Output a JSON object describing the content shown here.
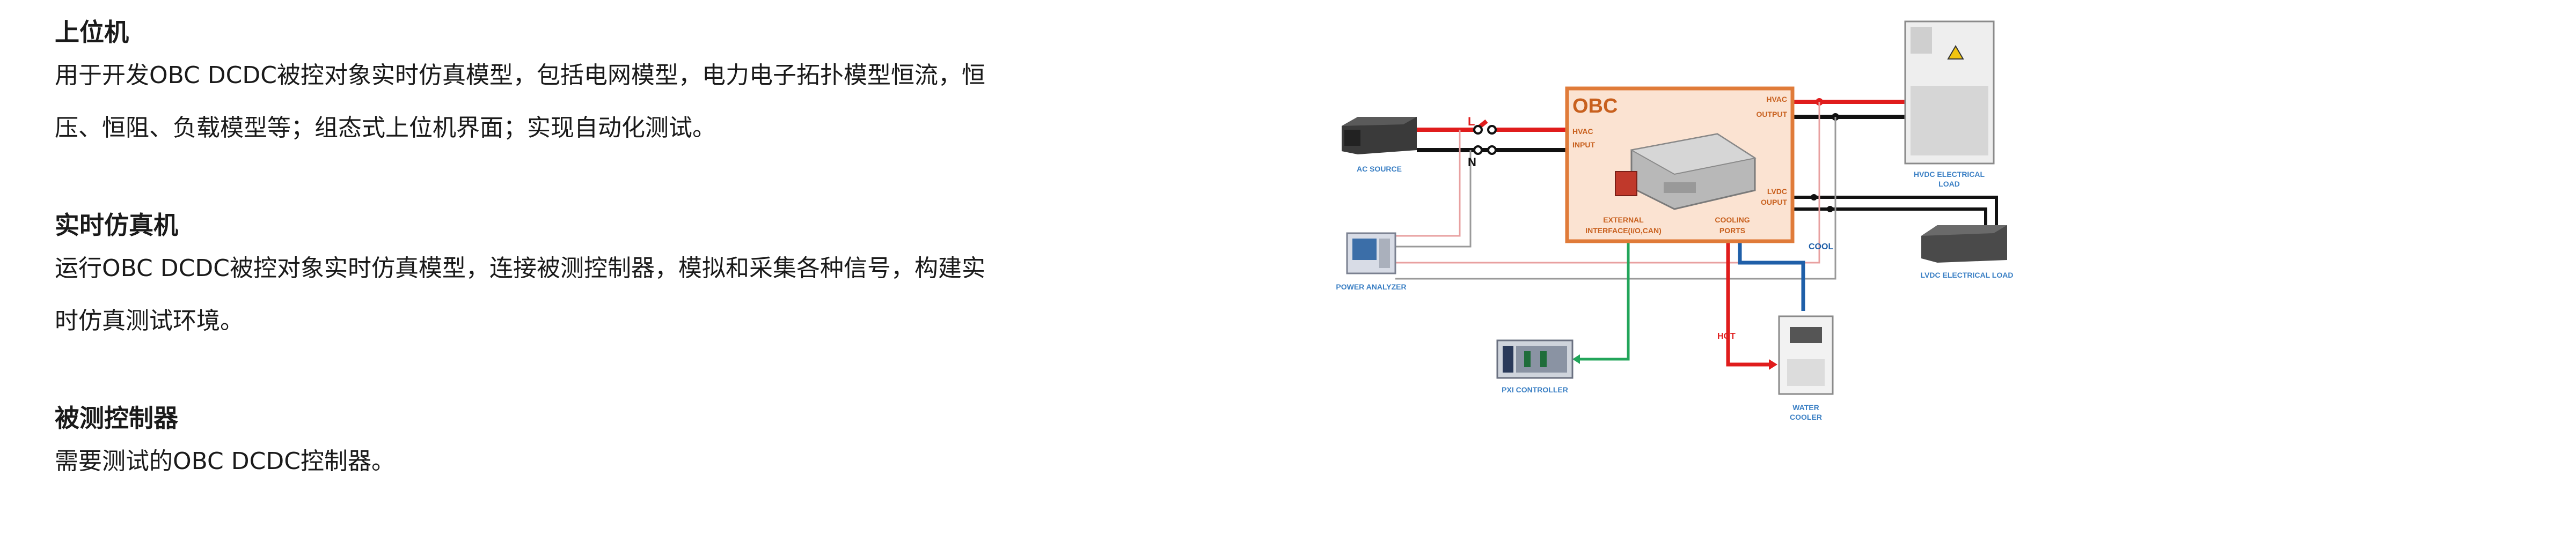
{
  "sections": [
    {
      "title": "上位机",
      "lines": [
        "用于开发OBC DCDC被控对象实时仿真模型，包括电网模型，电力电子拓扑模型恒流，恒",
        "压、恒阻、负载模型等；组态式上位机界面；实现自动化测试。"
      ]
    },
    {
      "title": "实时仿真机",
      "lines": [
        "运行OBC DCDC被控对象实时仿真模型，连接被测控制器，模拟和采集各种信号，构建实",
        "时仿真测试环境。"
      ]
    },
    {
      "title": "被测控制器",
      "lines": [
        "需要测试的OBC DCDC控制器。"
      ]
    }
  ],
  "diagram": {
    "obc_title": "OBC",
    "hvac_input": [
      "HVAC",
      "INPUT"
    ],
    "hvac_output": [
      "HVAC",
      "OUTPUT"
    ],
    "lvdc_output": [
      "LVDC",
      "OUPUT"
    ],
    "external_interface": [
      "EXTERNAL",
      "INTERFACE(I/O,CAN)"
    ],
    "cooling_ports": [
      "COOLING",
      "PORTS"
    ],
    "line_l": "L",
    "line_n": "N",
    "ac_source": "AC SOURCE",
    "power_analyzer": "POWER ANALYZER",
    "pxi_controller": "PXI CONTROLLER",
    "water_cooler": [
      "WATER",
      "COOLER"
    ],
    "hvdc_load": [
      "HVDC ELECTRICAL",
      "LOAD"
    ],
    "lvdc_load": "LVDC ELECTRICAL LOAD",
    "hot": "HOT",
    "cool": "COOL",
    "colors": {
      "obc_border": "#e07b39",
      "obc_fill": "#fbe3d2",
      "obc_text": "#c8601e",
      "red": "#e01c1c",
      "blue": "#1f5fa8",
      "green": "#22a55a",
      "device_label": "#3a7fc4"
    }
  }
}
